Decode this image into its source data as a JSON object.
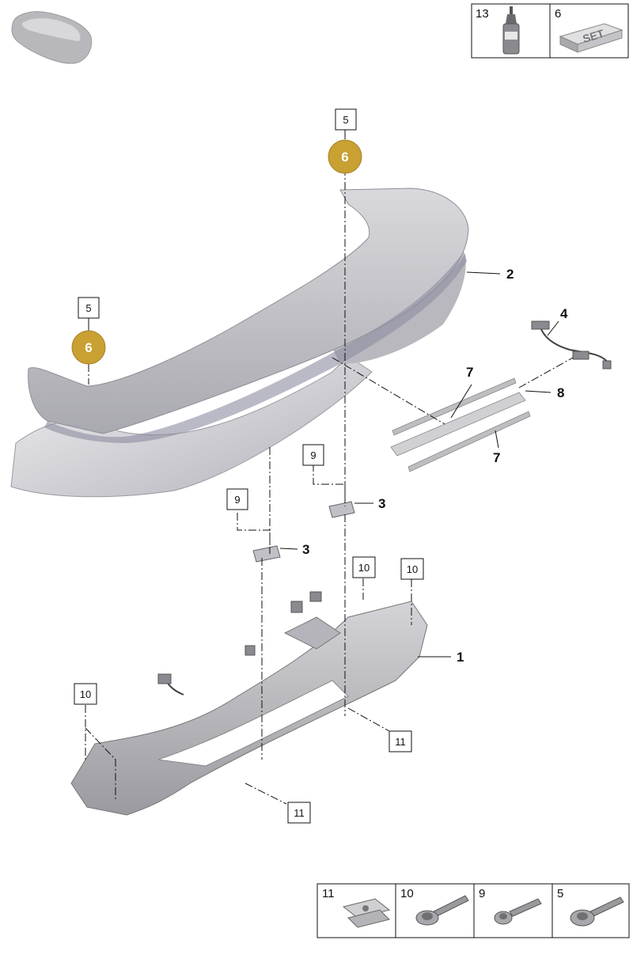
{
  "top_legend": [
    {
      "number": "13",
      "icon": "adhesive-bottle-icon"
    },
    {
      "number": "6",
      "icon": "set-box-icon",
      "text": "SET"
    }
  ],
  "bottom_legend": [
    {
      "number": "11",
      "icon": "clip-nut-icon"
    },
    {
      "number": "10",
      "icon": "bolt-with-washer-icon"
    },
    {
      "number": "9",
      "icon": "screw-icon"
    },
    {
      "number": "5",
      "icon": "screw-large-head-icon"
    }
  ],
  "callouts": {
    "c1": "1",
    "c2": "2",
    "c3a": "3",
    "c3b": "3",
    "c4": "4",
    "c7a": "7",
    "c7b": "7",
    "c8": "8"
  },
  "boxes": {
    "b5a": "5",
    "b5b": "5",
    "b9a": "9",
    "b9b": "9",
    "b10a": "10",
    "b10b": "10",
    "b10c": "10",
    "b11a": "11",
    "b11b": "11"
  },
  "badges": {
    "g6a": "6",
    "g6b": "6"
  },
  "colors": {
    "badge": "#c9a032",
    "part": "#c8c8cc",
    "part_shade": "#8e8e96"
  }
}
